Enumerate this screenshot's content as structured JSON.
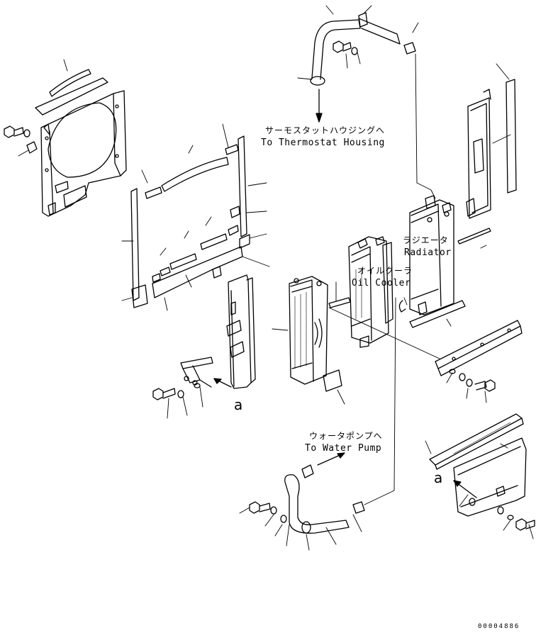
{
  "labels": {
    "thermostat_jp": "サーモスタットハウジングへ",
    "thermostat_en": "To Thermostat Housing",
    "radiator_jp": "ラジエータ",
    "radiator_en": "Radiator",
    "oil_cooler_jp": "オイルクーラ",
    "oil_cooler_en": "Oil Cooler",
    "water_pump_jp": "ウォータポンプへ",
    "water_pump_en": "To Water Pump",
    "ref_a_left": "a",
    "ref_a_right": "a"
  },
  "document_number": "00004886",
  "colors": {
    "line": "#000000",
    "background": "#ffffff"
  }
}
